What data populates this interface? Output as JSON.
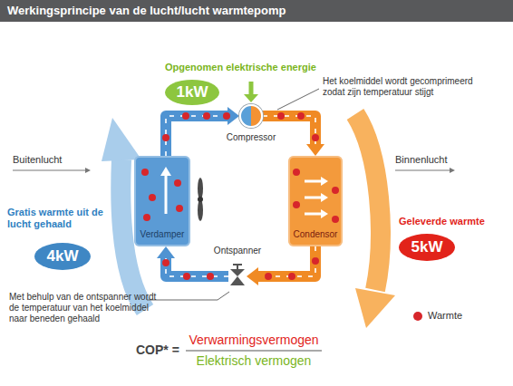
{
  "diagram": {
    "title": "Werkingsprincipe van de lucht/lucht warmtepomp",
    "nodes": [
      {
        "text": [
          "1kW"
        ]
      },
      {
        "text": [
          "Compressor"
        ]
      },
      {
        "text": [
          "Verdamper"
        ]
      },
      {
        "text": [
          "Condensor"
        ]
      },
      {
        "text": [
          "4kW"
        ]
      },
      {
        "text": [
          "5kW"
        ]
      },
      {
        "text": [
          "Ontspanner"
        ]
      }
    ],
    "edges": [
      {
        "from": 2,
        "to": 1,
        "arrow": "to"
      },
      {
        "from": 1,
        "to": 3,
        "arrow": "to"
      },
      {
        "from": 3,
        "to": 6,
        "arrow": "to"
      },
      {
        "from": 6,
        "to": 2,
        "arrow": "to"
      }
    ],
    "labels": [
      "Opgenomen elektrische energie",
      "Het koelmiddel wordt gecomprimeerd zodat zijn temperatuur stijgt",
      "Buitenlucht",
      "Gratis warmte uit de lucht gehaald",
      "Binnenlucht",
      "Geleverde warmte",
      "Met behulp van de ontspanner wordt de temperatuur van het koelmiddel naar beneden gehaald",
      "COP* =",
      "Verwarmingsvermogen",
      "Elektrisch vermogen"
    ],
    "legend": [
      {
        "text": "Warmte",
        "color": "#d7262b"
      }
    ]
  }
}
